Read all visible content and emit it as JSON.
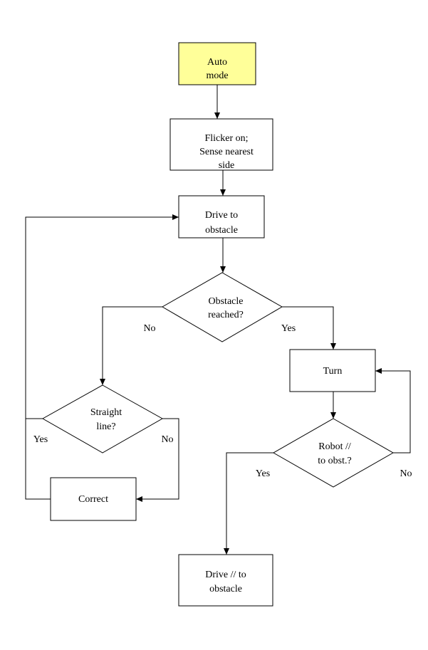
{
  "colors": {
    "start_fill": "#ffff99",
    "stroke": "#000000",
    "background": "#ffffff"
  },
  "nodes": {
    "auto_mode": {
      "line1": "Auto",
      "line2": "mode"
    },
    "flicker": {
      "line1": "Flicker on;",
      "line2": "Sense nearest",
      "line3": "side"
    },
    "drive_to_obstacle": {
      "line1": "Drive to",
      "line2": "obstacle"
    },
    "obstacle_reached": {
      "line1": "Obstacle",
      "line2": "reached?"
    },
    "turn": {
      "line1": "Turn"
    },
    "straight_line": {
      "line1": "Straight",
      "line2": "line?"
    },
    "robot_parallel": {
      "line1": "Robot //",
      "line2": "to obst.?"
    },
    "correct": {
      "line1": "Correct"
    },
    "drive_parallel": {
      "line1": "Drive // to",
      "line2": "obstacle"
    }
  },
  "edge_labels": {
    "obstacle_no": "No",
    "obstacle_yes": "Yes",
    "straight_yes": "Yes",
    "straight_no": "No",
    "robot_yes": "Yes",
    "robot_no": "No"
  }
}
